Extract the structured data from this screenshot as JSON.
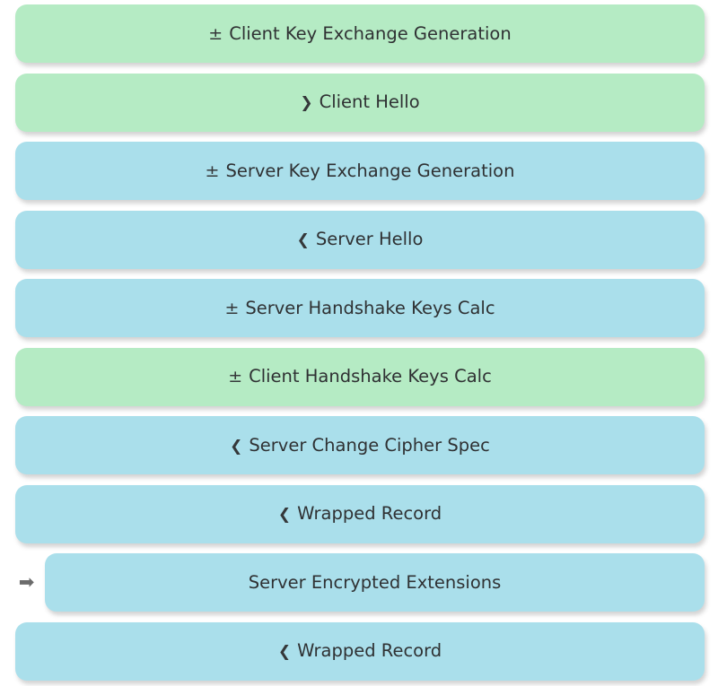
{
  "palette": {
    "client_fill": "#b5ebc4",
    "server_fill": "#aadfeb",
    "text": "#2f3133",
    "marker": "#6b6b6b",
    "background": "#ffffff"
  },
  "glyphs": {
    "compute": "±",
    "sent_right": "❯",
    "received_left": "❮",
    "pointer": "➡",
    "none": ""
  },
  "timeline": {
    "rows": [
      {
        "label": "Client Key Exchange Generation",
        "glyph": "±",
        "glyph_name": "plus-minus-icon",
        "side": "client",
        "marker": "",
        "indented": false
      },
      {
        "label": "Client Hello",
        "glyph": "❯",
        "glyph_name": "chevron-right-icon",
        "side": "client",
        "marker": "",
        "indented": false
      },
      {
        "label": "Server Key Exchange Generation",
        "glyph": "±",
        "glyph_name": "plus-minus-icon",
        "side": "server",
        "marker": "",
        "indented": false
      },
      {
        "label": "Server Hello",
        "glyph": "❮",
        "glyph_name": "chevron-left-icon",
        "side": "server",
        "marker": "",
        "indented": false
      },
      {
        "label": "Server Handshake Keys Calc",
        "glyph": "±",
        "glyph_name": "plus-minus-icon",
        "side": "server",
        "marker": "",
        "indented": false
      },
      {
        "label": "Client Handshake Keys Calc",
        "glyph": "±",
        "glyph_name": "plus-minus-icon",
        "side": "client",
        "marker": "",
        "indented": false
      },
      {
        "label": "Server Change Cipher Spec",
        "glyph": "❮",
        "glyph_name": "chevron-left-icon",
        "side": "server",
        "marker": "",
        "indented": false
      },
      {
        "label": "Wrapped Record",
        "glyph": "❮",
        "glyph_name": "chevron-left-icon",
        "side": "server",
        "marker": "",
        "indented": false
      },
      {
        "label": "Server Encrypted Extensions",
        "glyph": "",
        "glyph_name": "no-icon",
        "side": "server",
        "marker": "➡",
        "indented": true
      },
      {
        "label": "Wrapped Record",
        "glyph": "❮",
        "glyph_name": "chevron-left-icon",
        "side": "server",
        "marker": "",
        "indented": false
      }
    ]
  }
}
